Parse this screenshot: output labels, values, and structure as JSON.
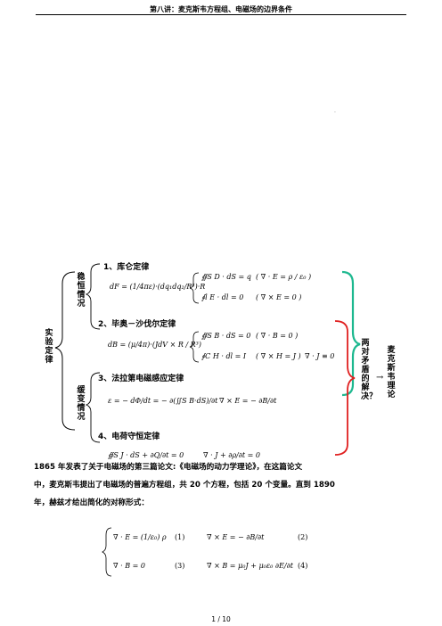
{
  "header": {
    "title": "第八讲：麦克斯韦方程组、电磁场的边界条件"
  },
  "left_group": {
    "label": "实验定律",
    "stable": "稳恒情况",
    "varying": "缓变情况"
  },
  "sections": [
    {
      "title": "1、库仑定律",
      "eq_main": "dF = (1/4πε)·(dq₁dq₂/R³)·R",
      "eq_a": "∯S D · dS = q",
      "eq_a_diff": "( ∇ · E = ρ / ε₀ )",
      "eq_b": "∮l E · dl = 0",
      "eq_b_diff": "( ∇ × E = 0 )"
    },
    {
      "title": "2、毕奥－沙伐尔定律",
      "eq_main": "dB = (μ/4π)·(JdV × R / R³)",
      "eq_a": "∯S B · dS = 0",
      "eq_a_diff": "( ∇ · B = 0 )",
      "eq_b": "∮C H · dl = I",
      "eq_b_diff": "( ∇ × H = J )",
      "eq_extra": "∇ · J ≡ 0"
    },
    {
      "title": "3、法拉第电磁感应定律",
      "eq_main": "ε = − dΦ/dt = − ∂(∬S B·dS)/∂t",
      "eq_diff": "∇ × E = − ∂B/∂t"
    },
    {
      "title": "4、电荷守恒定律",
      "eq_main": "∯S J · dS + ∂Q/∂t = 0",
      "eq_diff": "∇ · J + ∂ρ/∂t = 0"
    }
  ],
  "right_group": {
    "question": "两对矛盾的解决？",
    "arrow": "→",
    "theory": "麦克斯韦理论"
  },
  "paragraph": [
    "1865 年发表了关于电磁场的第三篇论文:《电磁场的动力学理论》，在这篇论文",
    "中，麦克斯韦提出了电磁场的普遍方程组，共 20 个方程，包括 20 个变量。直到 1890",
    "年，赫兹才给出简化的对称形式："
  ],
  "system": [
    {
      "eq": "∇ · E = (1/ε₀) ρ",
      "num": "(1)"
    },
    {
      "eq": "∇ × E = − ∂B/∂t",
      "num": "(2)"
    },
    {
      "eq": "∇ · B = 0",
      "num": "(3)"
    },
    {
      "eq": "∇ × B = μ₀J + μ₀ε₀ ∂E/∂t",
      "num": "(4)"
    }
  ],
  "footer": {
    "page": "1 / 10"
  },
  "colors": {
    "green_brace": "#1db88f",
    "red_brace": "#e02020"
  }
}
